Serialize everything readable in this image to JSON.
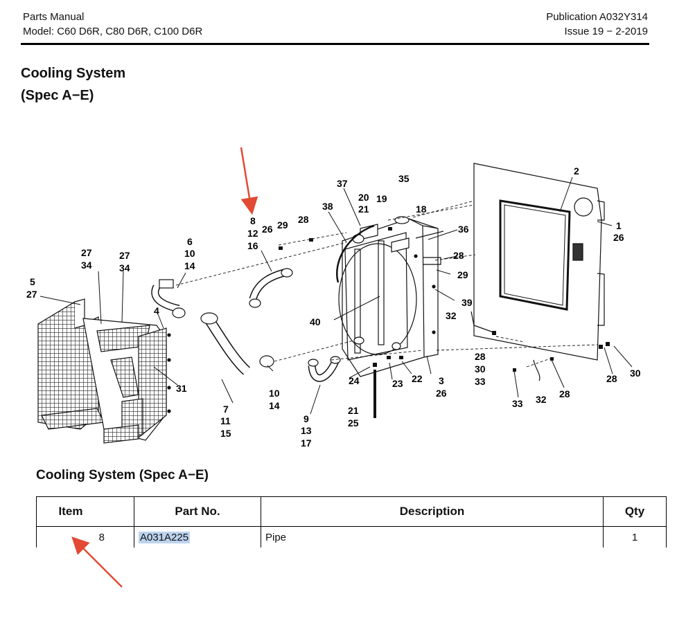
{
  "header": {
    "manual": "Parts Manual",
    "model": "Model: C60 D6R, C80 D6R, C100 D6R",
    "publication": "Publication A032Y314",
    "issue": "Issue 19 − 2-2019"
  },
  "title": {
    "line1": "Cooling System",
    "line2": "(Spec A−E)"
  },
  "diagram": {
    "callouts": {
      "c_2": "2",
      "c_35": "35",
      "c_37": "37",
      "c_20": "20",
      "c_21a": "21",
      "c_19": "19",
      "c_18": "18",
      "c_38": "38",
      "c_36": "36",
      "c_1": "1",
      "c_26a": "26",
      "c_8": "8",
      "c_12": "12",
      "c_16": "16",
      "c_26b": "26",
      "c_29a": "29",
      "c_28a": "28",
      "c_6": "6",
      "c_10a": "10",
      "c_14a": "14",
      "c_27a": "27",
      "c_34a": "34",
      "c_27b": "27",
      "c_34b": "34",
      "c_5": "5",
      "c_27c": "27",
      "c_28b": "28",
      "c_29b": "29",
      "c_4": "4",
      "c_40": "40",
      "c_39": "39",
      "c_32a": "32",
      "c_31": "31",
      "c_28c": "28",
      "c_30a": "30",
      "c_33a": "33",
      "c_28d": "28",
      "c_30b": "30",
      "c_24": "24",
      "c_23": "23",
      "c_22": "22",
      "c_3": "3",
      "c_26c": "26",
      "c_10b": "10",
      "c_14b": "14",
      "c_7": "7",
      "c_11": "11",
      "c_15": "15",
      "c_21b": "21",
      "c_25": "25",
      "c_9": "9",
      "c_13": "13",
      "c_17": "17",
      "c_33b": "33",
      "c_32b": "32",
      "c_28e": "28"
    },
    "annotation_color": "#e24a33"
  },
  "table": {
    "title": "Cooling System (Spec A−E)",
    "headers": {
      "item": "Item",
      "part_no": "Part No.",
      "description": "Description",
      "qty": "Qty"
    },
    "rows": [
      {
        "item": "8",
        "part_no": "A031A225",
        "description": "Pipe",
        "qty": "1"
      }
    ],
    "highlight_color": "#bcd3ee"
  }
}
